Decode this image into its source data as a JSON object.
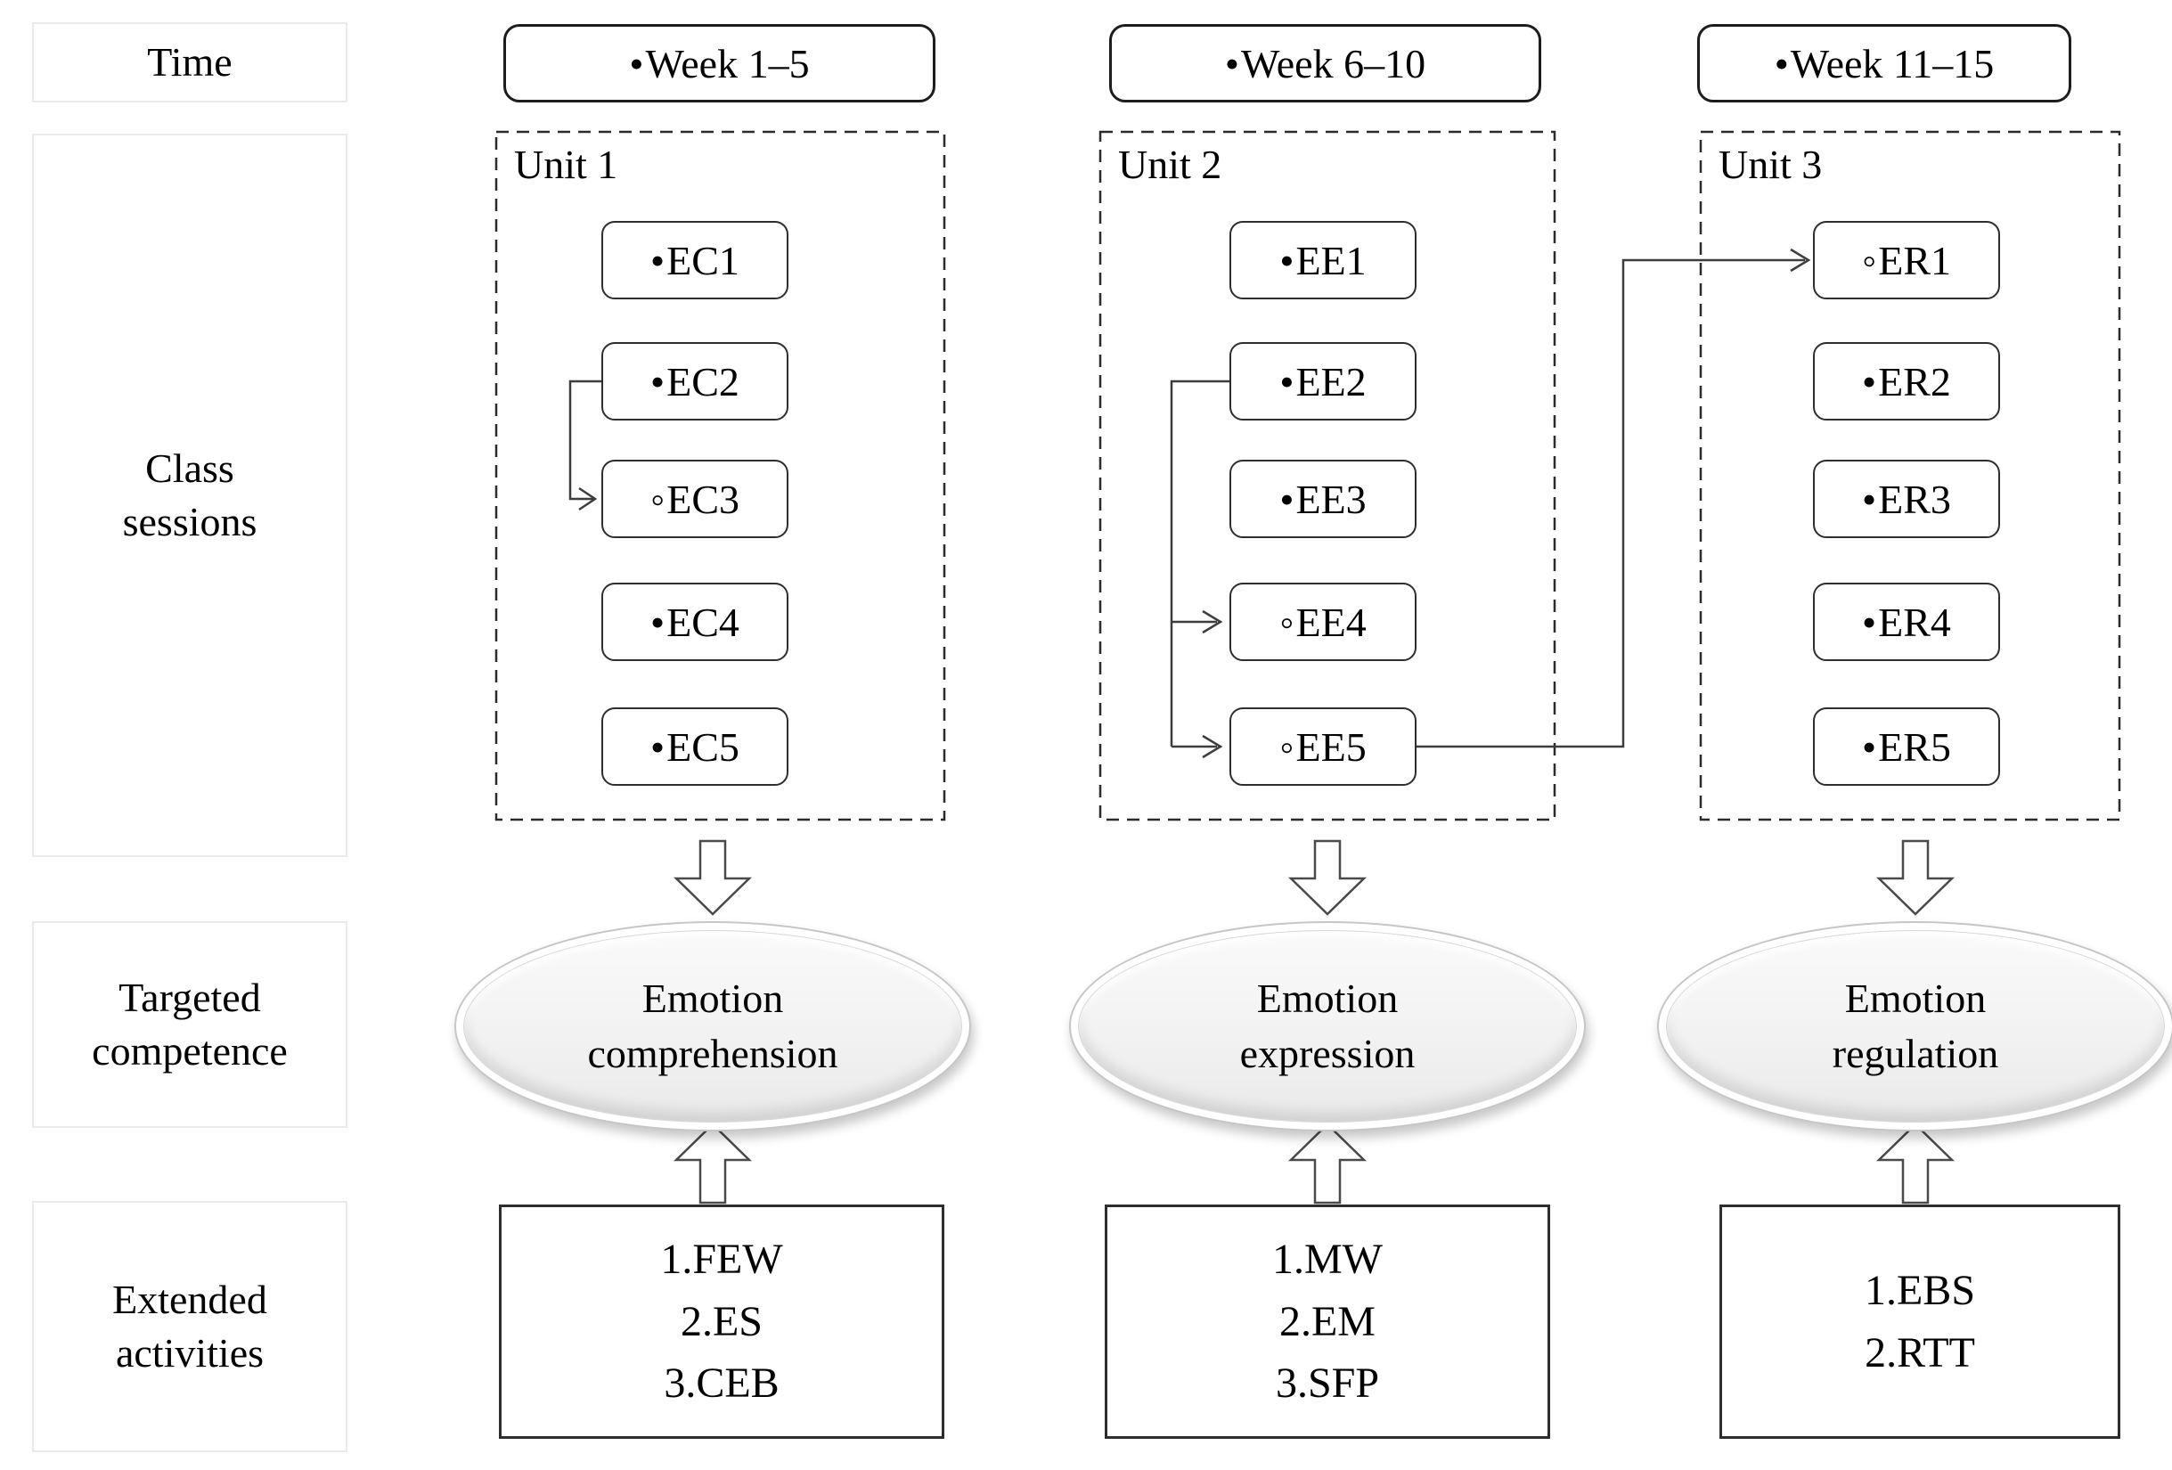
{
  "figure": {
    "row_labels": {
      "time": "Time",
      "class_sessions": "Class\nsessions",
      "targeted_competence": "Targeted\ncompetence",
      "extended_activities": "Extended\nactivities"
    },
    "columns": [
      {
        "week_bullet": "•",
        "week": "Week 1–5",
        "unit": "Unit 1",
        "sessions": [
          {
            "bullet": "•",
            "code": "EC1"
          },
          {
            "bullet": "•",
            "code": "EC2"
          },
          {
            "bullet": "◦",
            "code": "EC3"
          },
          {
            "bullet": "•",
            "code": "EC4"
          },
          {
            "bullet": "•",
            "code": "EC5"
          }
        ],
        "competence": "Emotion\ncomprehension",
        "activities": "1.FEW\n2.ES\n3.CEB"
      },
      {
        "week_bullet": "•",
        "week": "Week 6–10",
        "unit": "Unit 2",
        "sessions": [
          {
            "bullet": "•",
            "code": "EE1"
          },
          {
            "bullet": "•",
            "code": "EE2"
          },
          {
            "bullet": "•",
            "code": "EE3"
          },
          {
            "bullet": "◦",
            "code": "EE4"
          },
          {
            "bullet": "◦",
            "code": "EE5"
          }
        ],
        "competence": "Emotion\nexpression",
        "activities": "1.MW\n2.EM\n3.SFP"
      },
      {
        "week_bullet": "•",
        "week": "Week 11–15",
        "unit": "Unit 3",
        "sessions": [
          {
            "bullet": "◦",
            "code": "ER1"
          },
          {
            "bullet": "•",
            "code": "ER2"
          },
          {
            "bullet": "•",
            "code": "ER3"
          },
          {
            "bullet": "•",
            "code": "ER4"
          },
          {
            "bullet": "•",
            "code": "ER5"
          }
        ],
        "competence": "Emotion\nregulation",
        "activities": "1.EBS\n2.RTT"
      }
    ],
    "connections": [
      {
        "from": "EC2",
        "to": "EC3"
      },
      {
        "from": "EE2",
        "to": "EE4"
      },
      {
        "from": "EE2",
        "to": "EE5"
      },
      {
        "from": "EE5",
        "to": "ER1"
      }
    ],
    "colors": {
      "line": "#3d3d3d",
      "box_border": "#2e2e2e",
      "label_border": "#ebebeb",
      "ellipse_fill_top": "#fafafa",
      "ellipse_fill_bottom": "#e9e9e9"
    }
  }
}
